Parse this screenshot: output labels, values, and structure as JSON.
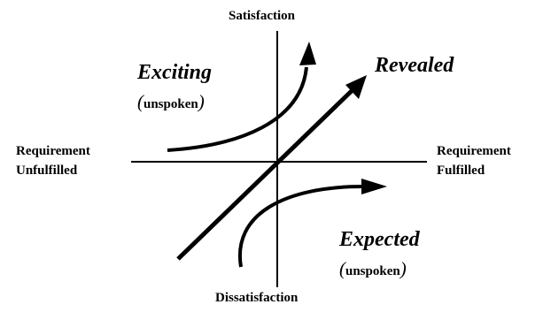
{
  "axes": {
    "top": "Satisfaction",
    "bottom": "Dissatisfaction",
    "left_line1": "Requirement",
    "left_line2": "Unfulfilled",
    "right_line1": "Requirement",
    "right_line2": "Fulfilled"
  },
  "curves": {
    "exciting": {
      "title": "Exciting",
      "subtitle": "unspoken"
    },
    "revealed": {
      "title": "Revealed"
    },
    "expected": {
      "title": "Expected",
      "subtitle": "unspoken"
    }
  },
  "colors": {
    "ink": "#000000",
    "background": "#ffffff"
  }
}
